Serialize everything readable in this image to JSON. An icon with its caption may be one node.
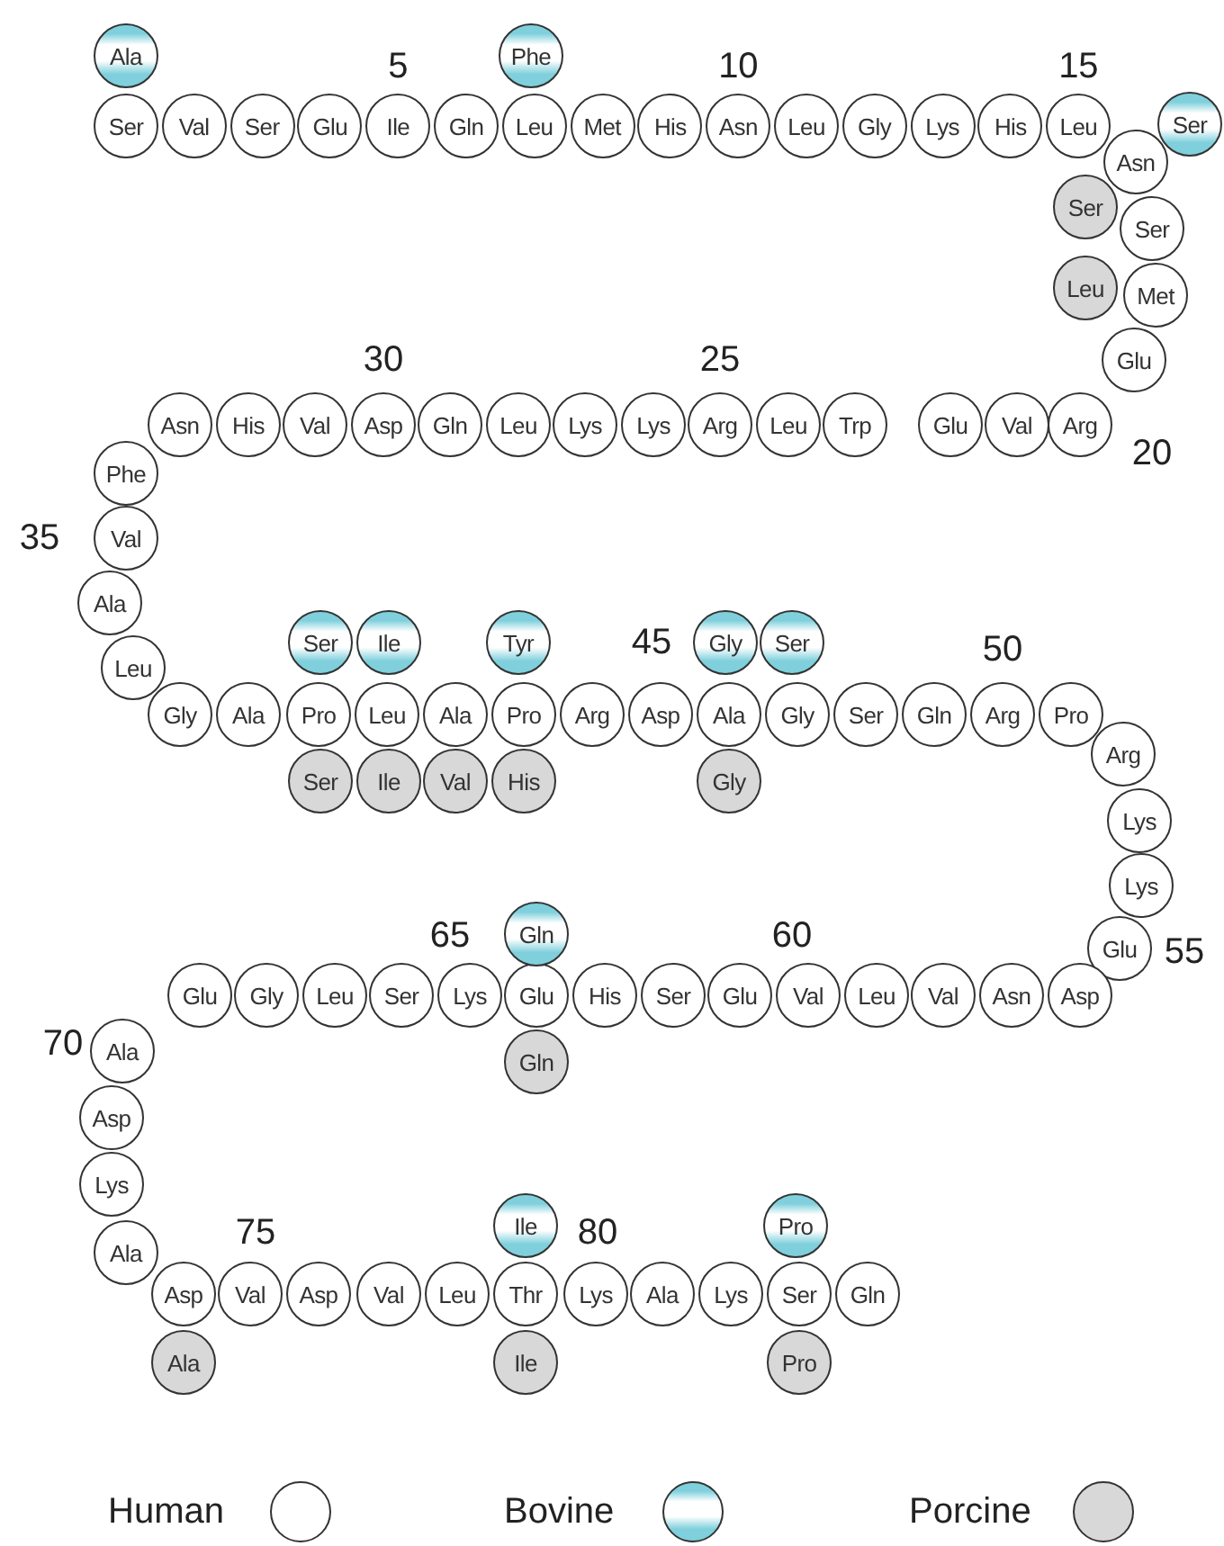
{
  "diagram": {
    "nodes": [
      {
        "text": [
          "Ser"
        ]
      },
      {
        "text": [
          "Val"
        ]
      },
      {
        "text": [
          "Ser"
        ]
      },
      {
        "text": [
          "Glu"
        ]
      },
      {
        "text": [
          "Ile"
        ],
        "beside": [
          "5"
        ]
      },
      {
        "text": [
          "Gln"
        ]
      },
      {
        "text": [
          "Leu"
        ]
      },
      {
        "text": [
          "Met"
        ]
      },
      {
        "text": [
          "His"
        ]
      },
      {
        "text": [
          "Asn"
        ],
        "beside": [
          "10"
        ]
      },
      {
        "text": [
          "Leu"
        ]
      },
      {
        "text": [
          "Gly"
        ]
      },
      {
        "text": [
          "Lys"
        ]
      },
      {
        "text": [
          "His"
        ]
      },
      {
        "text": [
          "Leu"
        ],
        "beside": [
          "15"
        ]
      },
      {
        "text": [
          "Asn"
        ]
      },
      {
        "text": [
          "Ser"
        ]
      },
      {
        "text": [
          "Met"
        ]
      },
      {
        "text": [
          "Glu"
        ]
      },
      {
        "text": [
          "Arg"
        ],
        "beside": [
          "20"
        ]
      },
      {
        "text": [
          "Val"
        ]
      },
      {
        "text": [
          "Glu"
        ]
      },
      {
        "text": [
          "Trp"
        ]
      },
      {
        "text": [
          "Leu"
        ]
      },
      {
        "text": [
          "Arg"
        ],
        "beside": [
          "25"
        ]
      },
      {
        "text": [
          "Lys"
        ]
      },
      {
        "text": [
          "Lys"
        ]
      },
      {
        "text": [
          "Leu"
        ]
      },
      {
        "text": [
          "Gln"
        ]
      },
      {
        "text": [
          "Asp"
        ],
        "beside": [
          "30"
        ]
      },
      {
        "text": [
          "Val"
        ]
      },
      {
        "text": [
          "His"
        ]
      },
      {
        "text": [
          "Asn"
        ]
      },
      {
        "text": [
          "Phe"
        ]
      },
      {
        "text": [
          "Val"
        ],
        "beside": [
          "35"
        ]
      },
      {
        "text": [
          "Ala"
        ]
      },
      {
        "text": [
          "Leu"
        ]
      },
      {
        "text": [
          "Gly"
        ]
      },
      {
        "text": [
          "Ala"
        ]
      },
      {
        "text": [
          "Pro"
        ]
      },
      {
        "text": [
          "Leu"
        ]
      },
      {
        "text": [
          "Ala"
        ]
      },
      {
        "text": [
          "Pro"
        ]
      },
      {
        "text": [
          "Arg"
        ]
      },
      {
        "text": [
          "Asp"
        ],
        "beside": [
          "45"
        ]
      },
      {
        "text": [
          "Ala"
        ]
      },
      {
        "text": [
          "Gly"
        ]
      },
      {
        "text": [
          "Ser"
        ]
      },
      {
        "text": [
          "Gln"
        ]
      },
      {
        "text": [
          "Arg"
        ],
        "beside": [
          "50"
        ]
      },
      {
        "text": [
          "Pro"
        ]
      },
      {
        "text": [
          "Arg"
        ]
      },
      {
        "text": [
          "Lys"
        ]
      },
      {
        "text": [
          "Lys"
        ]
      },
      {
        "text": [
          "Glu"
        ],
        "beside": [
          "55"
        ]
      },
      {
        "text": [
          "Asp"
        ]
      },
      {
        "text": [
          "Asn"
        ]
      },
      {
        "text": [
          "Val"
        ]
      },
      {
        "text": [
          "Leu"
        ]
      },
      {
        "text": [
          "Val"
        ],
        "beside": [
          "60"
        ]
      },
      {
        "text": [
          "Glu"
        ]
      },
      {
        "text": [
          "Ser"
        ]
      },
      {
        "text": [
          "His"
        ]
      },
      {
        "text": [
          "Glu"
        ]
      },
      {
        "text": [
          "Lys"
        ],
        "beside": [
          "65"
        ]
      },
      {
        "text": [
          "Ser"
        ]
      },
      {
        "text": [
          "Leu"
        ]
      },
      {
        "text": [
          "Gly"
        ]
      },
      {
        "text": [
          "Glu"
        ]
      },
      {
        "text": [
          "Ala"
        ],
        "beside": [
          "70"
        ]
      },
      {
        "text": [
          "Asp"
        ]
      },
      {
        "text": [
          "Lys"
        ]
      },
      {
        "text": [
          "Ala"
        ]
      },
      {
        "text": [
          "Asp"
        ]
      },
      {
        "text": [
          "Val"
        ],
        "beside": [
          "75"
        ]
      },
      {
        "text": [
          "Asp"
        ]
      },
      {
        "text": [
          "Val"
        ]
      },
      {
        "text": [
          "Leu"
        ]
      },
      {
        "text": [
          "Thr"
        ]
      },
      {
        "text": [
          "Lys"
        ],
        "beside": [
          "80"
        ]
      },
      {
        "text": [
          "Ala"
        ]
      },
      {
        "text": [
          "Lys"
        ]
      },
      {
        "text": [
          "Ser"
        ]
      },
      {
        "text": [
          "Gln"
        ]
      },
      {
        "text": [
          "Ala"
        ]
      },
      {
        "text": [
          "Phe"
        ]
      },
      {
        "text": [
          "Ser"
        ]
      },
      {
        "text": [
          "Ser"
        ]
      },
      {
        "text": [
          "Ile"
        ]
      },
      {
        "text": [
          "Tyr"
        ]
      },
      {
        "text": [
          "Gly"
        ]
      },
      {
        "text": [
          "Ser"
        ]
      },
      {
        "text": [
          "Gln"
        ]
      },
      {
        "text": [
          "Ile"
        ]
      },
      {
        "text": [
          "Pro"
        ]
      },
      {
        "text": [
          "Ser"
        ]
      },
      {
        "text": [
          "Leu"
        ]
      },
      {
        "text": [
          "Ser"
        ]
      },
      {
        "text": [
          "Ile"
        ]
      },
      {
        "text": [
          "Val"
        ]
      },
      {
        "text": [
          "His"
        ]
      },
      {
        "text": [
          "Gly"
        ]
      },
      {
        "text": [
          "Gln"
        ]
      },
      {
        "text": [
          "Ala"
        ]
      },
      {
        "text": [
          "Ile"
        ]
      },
      {
        "text": [
          "Pro"
        ]
      }
    ],
    "legend": [
      {
        "text": "Human",
        "color": "#ffffff"
      },
      {
        "text": "Bovine",
        "color": "#7fd0dc"
      },
      {
        "text": "Porcine",
        "color": "#d8d8d8"
      }
    ]
  }
}
